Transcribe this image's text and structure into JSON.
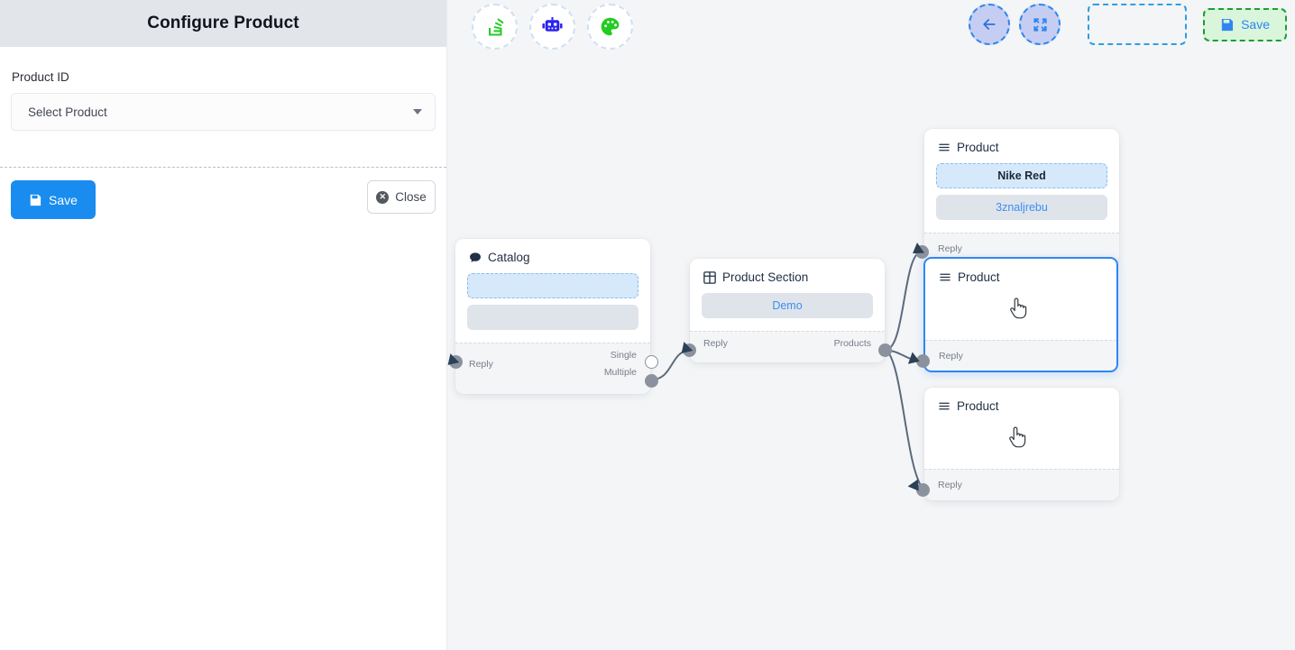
{
  "panel": {
    "title": "Configure Product",
    "field_label": "Product ID",
    "select_placeholder": "Select Product",
    "save_label": "Save",
    "close_label": "Close",
    "save_icon": "floppy-disk-icon",
    "close_icon": "close-circle-icon",
    "caret_icon": "chevron-down-icon"
  },
  "toolbar": {
    "left_tools": [
      {
        "name": "stack-overflow-icon",
        "label": "Stack",
        "color": "#22cc22"
      },
      {
        "name": "robot-icon",
        "label": "Bot",
        "color": "#2a22f0"
      },
      {
        "name": "palette-icon",
        "label": "Theme",
        "color": "#22cc22"
      }
    ],
    "back_icon": "arrow-left-icon",
    "fit_icon": "fit-screen-icon",
    "save_label": "Save",
    "save_icon": "floppy-disk-icon"
  },
  "nodes": [
    {
      "id": "catalog",
      "title": "Catalog",
      "icon": "chat-bubble-icon",
      "items": [
        {
          "text": "",
          "style": "dashed"
        },
        {
          "text": "",
          "style": "solid"
        }
      ],
      "in_port": "Reply",
      "out_ports": [
        "Single",
        "Multiple"
      ],
      "selected": false
    },
    {
      "id": "product-section",
      "title": "Product Section",
      "icon": "grid-icon",
      "items": [
        {
          "text": "Demo",
          "style": "solid"
        }
      ],
      "in_port": "Reply",
      "out_ports": [
        "Products"
      ],
      "selected": false
    },
    {
      "id": "product-1",
      "title": "Product",
      "icon": "list-icon",
      "items": [
        {
          "text": "Nike Red",
          "style": "dashed"
        },
        {
          "text": "3znaljrebu",
          "style": "solid"
        }
      ],
      "in_port": "Reply",
      "out_ports": [],
      "selected": false
    },
    {
      "id": "product-2",
      "title": "Product",
      "icon": "list-icon",
      "items": [],
      "in_port": "Reply",
      "out_ports": [],
      "selected": true,
      "cursor_icon": "pointing-hand-cursor"
    },
    {
      "id": "product-3",
      "title": "Product",
      "icon": "list-icon",
      "items": [],
      "in_port": "Reply",
      "out_ports": [],
      "selected": false,
      "cursor_icon": "pointing-hand-cursor"
    }
  ],
  "colors": {
    "accent_blue": "#2f86f0",
    "primary_button": "#1a8cf0",
    "save_green_bg": "#d9f5dc",
    "save_green_border": "#1f9e33",
    "canvas_bg": "#f3f5f7",
    "panel_header_bg": "#e2e5e9",
    "port_gray": "#8b929d",
    "edge_stroke": "#5b6a7d"
  }
}
